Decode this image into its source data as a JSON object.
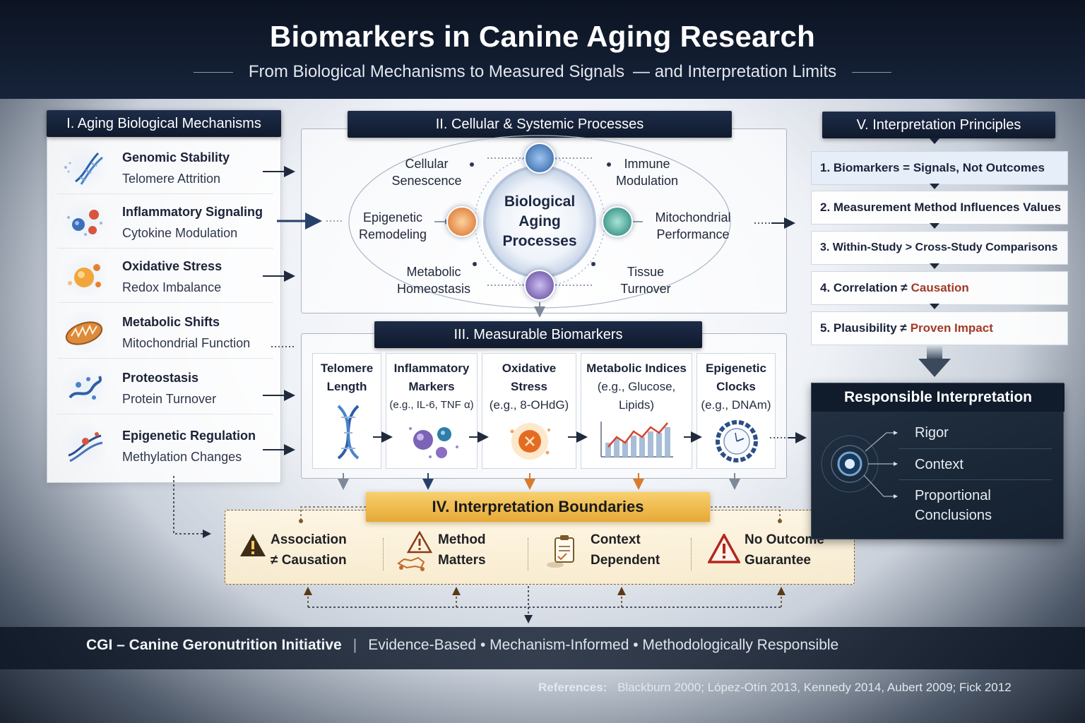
{
  "header": {
    "title": "Biomarkers in Canine Aging Research",
    "subtitle_a": "From Biological Mechanisms to Measured Signals",
    "subtitle_b": "— and Interpretation Limits"
  },
  "panel1": {
    "title": "I. Aging Biological Mechanisms",
    "items": [
      {
        "title": "Genomic Stability",
        "sub": "Telomere Attrition",
        "icon": "dna-helix-icon"
      },
      {
        "title": "Inflammatory Signaling",
        "sub": "Cytokine Modulation",
        "icon": "cytokine-cells-icon"
      },
      {
        "title": "Oxidative Stress",
        "sub": "Redox Imbalance",
        "icon": "redox-molecule-icon"
      },
      {
        "title": "Metabolic Shifts",
        "sub": "Mitochondrial Function",
        "icon": "mitochondrion-icon"
      },
      {
        "title": "Proteostasis",
        "sub": "Protein Turnover",
        "icon": "protein-fold-icon"
      },
      {
        "title": "Epigenetic Regulation",
        "sub": "Methylation Changes",
        "icon": "methylated-dna-icon"
      }
    ]
  },
  "panel2": {
    "title": "II. Cellular & Systemic Processes",
    "center": {
      "l1": "Biological",
      "l2": "Aging",
      "l3": "Processes"
    },
    "labels": [
      {
        "l1": "Cellular",
        "l2": "Senescence"
      },
      {
        "l1": "Immune",
        "l2": "Modulation"
      },
      {
        "l1": "Epigenetic",
        "l2": "Remodeling"
      },
      {
        "l1": "Mitochondrial",
        "l2": "Performance"
      },
      {
        "l1": "Metabolic",
        "l2": "Homeostasis"
      },
      {
        "l1": "Tissue",
        "l2": "Turnover"
      }
    ],
    "node_colors": [
      "#3f7fc4",
      "#e8853a",
      "#2e9c8f",
      "#7a5fb6"
    ]
  },
  "panel3": {
    "title": "III. Measurable Biomarkers",
    "cards": [
      {
        "t1": "Telomere",
        "t2": "Length",
        "s1": "",
        "s2": "",
        "icon": "telomere-dna-icon"
      },
      {
        "t1": "Inflammatory",
        "t2": "Markers",
        "s1": "(e.g., IL-6, TNF α)",
        "s2": "",
        "icon": "immune-cells-icon"
      },
      {
        "t1": "Oxidative",
        "t2": "Stress",
        "s1": "(e.g., 8-OHdG)",
        "s2": "",
        "icon": "oxidative-burst-icon"
      },
      {
        "t1": "Metabolic Indices",
        "t2": "",
        "s1": "(e.g., Glucose,",
        "s2": "Lipids)",
        "icon": "bar-line-chart-icon"
      },
      {
        "t1": "Epigenetic",
        "t2": "Clocks",
        "s1": "(e.g., DNAm)",
        "s2": "",
        "icon": "clock-dial-icon"
      }
    ]
  },
  "panel4": {
    "title": "IV. Interpretation Boundaries",
    "items": [
      {
        "l1": "Association",
        "l2": "≠ Causation",
        "icon": "warning-triangle-icon"
      },
      {
        "l1": "Method",
        "l2": "Matters",
        "icon": "warning-dog-icon"
      },
      {
        "l1": "Context",
        "l2": "Dependent",
        "icon": "clipboard-icon"
      },
      {
        "l1": "No Outcome",
        "l2": "Guarantee",
        "icon": "alert-triangle-red-icon"
      }
    ]
  },
  "panel5": {
    "title": "V. Interpretation Principles",
    "items": [
      {
        "text": "1. Biomarkers = Signals, Not Outcomes",
        "hl": ""
      },
      {
        "text": "2. Measurement Method Influences Values",
        "hl": ""
      },
      {
        "text": "3. Within-Study > Cross-Study Comparisons",
        "hl": ""
      },
      {
        "text": "4. Correlation ≠",
        "hl": "Causation"
      },
      {
        "text": "5. Plausibility ≠",
        "hl": "Proven Impact"
      }
    ]
  },
  "responsible": {
    "title": "Responsible Interpretation",
    "items": [
      "Rigor",
      "Context",
      "Proportional",
      "Conclusions"
    ]
  },
  "footer": {
    "org": "CGI – Canine Geronutrition Initiative",
    "sep": "|",
    "tagline": "Evidence-Based • Mechanism-Informed • Methodologically Responsible"
  },
  "references": {
    "label": "References:",
    "text": "Blackburn 2000; López-Otín 2013, Kennedy 2014, Aubert 2009; Fick 2012"
  },
  "colors": {
    "navy": "#16233a",
    "gold": "#e6a935",
    "warn_red": "#a23a26"
  }
}
